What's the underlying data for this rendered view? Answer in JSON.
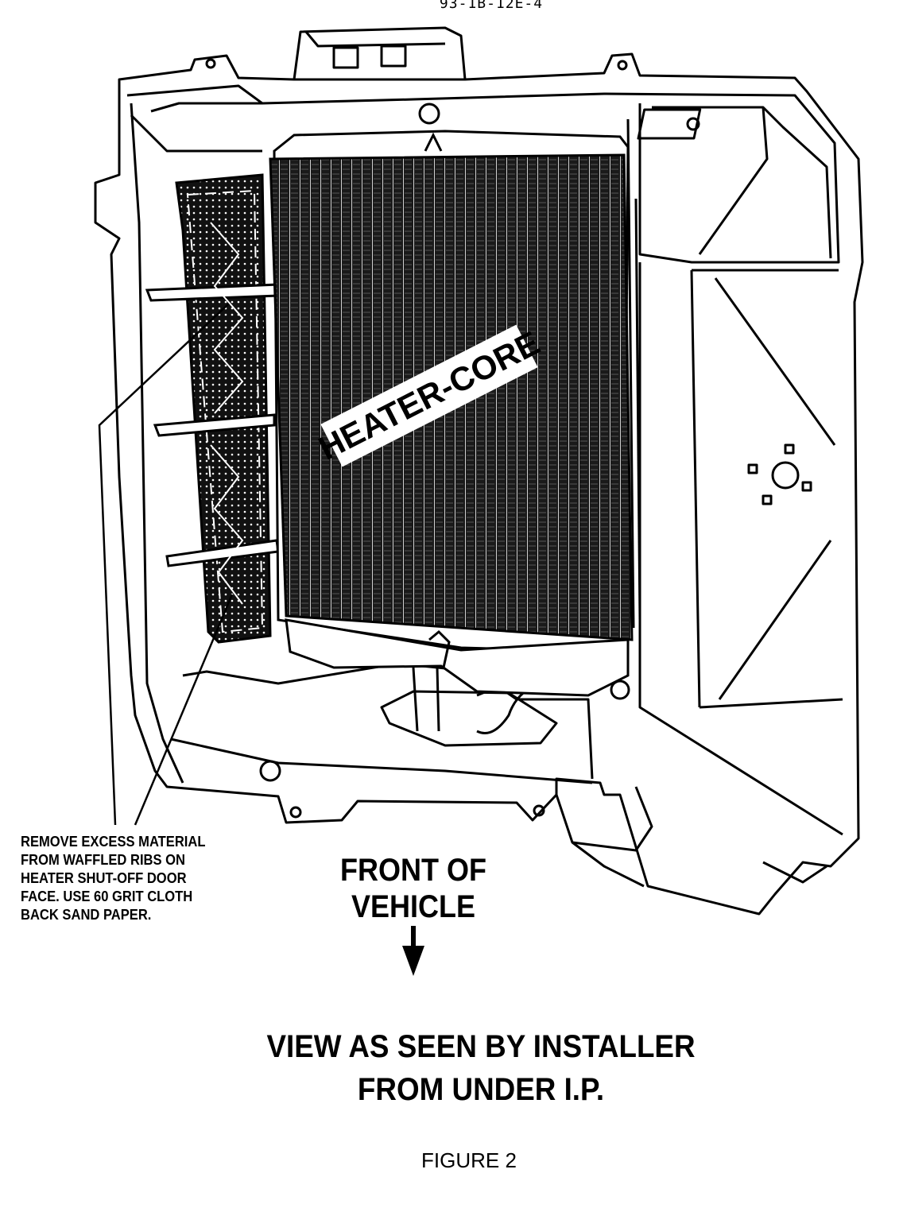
{
  "header": {
    "document_number": "93-1B-12E-4"
  },
  "diagram": {
    "component_label": "HEATER-CORE",
    "callout_lines": [
      "REMOVE EXCESS MATERIAL",
      "FROM WAFFLED RIBS ON",
      "HEATER SHUT-OFF DOOR",
      "FACE.  USE 60 GRIT CLOTH",
      "BACK SAND PAPER."
    ],
    "direction_lines": [
      "FRONT OF",
      "VEHICLE"
    ]
  },
  "caption": {
    "view_lines": [
      "VIEW AS SEEN BY INSTALLER",
      "FROM UNDER I.P."
    ],
    "figure_label": "FIGURE 2"
  },
  "colors": {
    "ink": "#000000",
    "paper": "#ffffff"
  }
}
